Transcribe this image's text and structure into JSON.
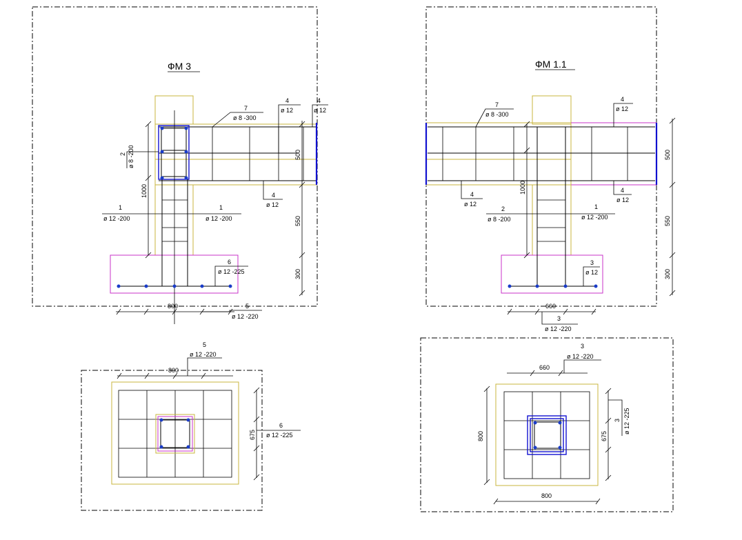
{
  "titles": {
    "left": "ФМ 3",
    "right": "ФМ 1.1"
  },
  "left_elevation": {
    "callout_7": {
      "num": "7",
      "spec": "ø 8 -300"
    },
    "callout_4_top_a": {
      "num": "4",
      "spec": "ø 12"
    },
    "callout_4_top_b": {
      "num": "4",
      "spec": "ø 12"
    },
    "callout_2": {
      "num": "2",
      "spec": "ø 8 -200"
    },
    "callout_4_bottom": {
      "num": "4",
      "spec": "ø 12"
    },
    "callout_1_left": {
      "num": "1",
      "spec": "ø 12 -200"
    },
    "callout_1_right": {
      "num": "1",
      "spec": "ø 12 -200"
    },
    "callout_6": {
      "num": "6",
      "spec": "ø 12 -225"
    },
    "callout_5": {
      "num": "5",
      "spec": "ø 12 -220"
    },
    "dims": {
      "d500": "500",
      "d1000": "1000",
      "d550": "550",
      "d300": "300",
      "d800": "800"
    }
  },
  "right_elevation": {
    "callout_7": {
      "num": "7",
      "spec": "ø 8 -300"
    },
    "callout_4_top": {
      "num": "4",
      "spec": "ø 12"
    },
    "callout_4_left": {
      "num": "4",
      "spec": "ø 12"
    },
    "callout_4_right": {
      "num": "4",
      "spec": "ø 12"
    },
    "callout_2": {
      "num": "2",
      "spec": "ø 8 -200"
    },
    "callout_1": {
      "num": "1",
      "spec": "ø 12 -200"
    },
    "callout_3": {
      "num": "3",
      "spec": "ø 12"
    },
    "callout_3_bottom": {
      "num": "3",
      "spec": "ø 12 -220"
    },
    "dims": {
      "d500": "500",
      "d1000": "1000",
      "d550": "550",
      "d300": "300",
      "d660": "660"
    }
  },
  "left_plan": {
    "callout_5": {
      "num": "5",
      "spec": "ø 12 -220"
    },
    "callout_6": {
      "num": "6",
      "spec": "ø 12 -225"
    },
    "dims": {
      "d800": "800",
      "d675": "675"
    }
  },
  "right_plan": {
    "callout_3_top": {
      "num": "3",
      "spec": "ø 12 -220"
    },
    "callout_3_side": {
      "num": "3",
      "spec": "ø 12 -225"
    },
    "dims": {
      "d660": "660",
      "d675": "675",
      "d800_v": "800",
      "d800_h": "800"
    }
  },
  "colors": {
    "concrete": "#c8b43c",
    "footing": "#c832c8",
    "rebar": "#1010d0",
    "ink": "#000000"
  }
}
